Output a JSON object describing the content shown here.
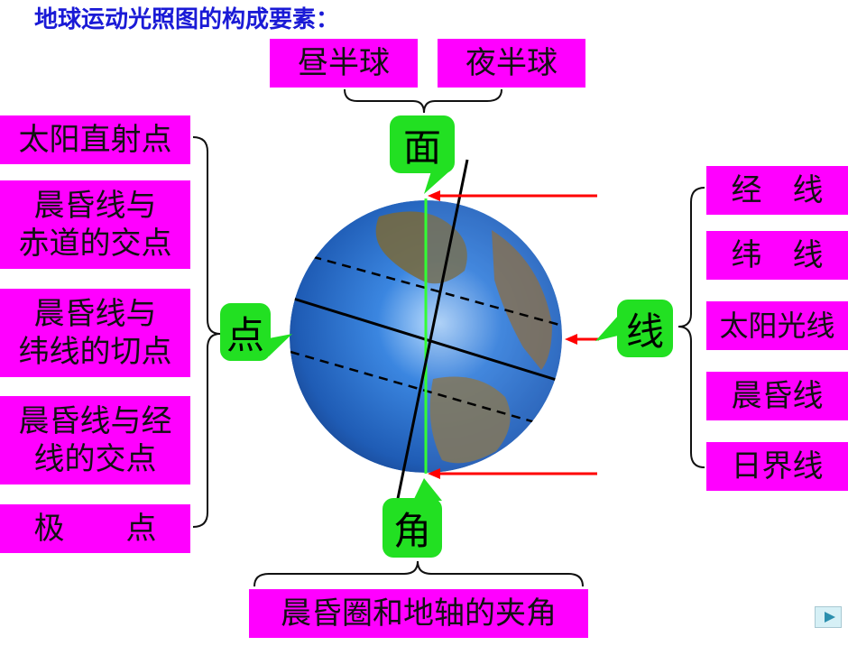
{
  "title": "地球运动光照图的构成要素：",
  "top_labels": {
    "day_hemisphere": "昼半球",
    "night_hemisphere": "夜半球"
  },
  "callouts": {
    "surface": "面",
    "point": "点",
    "line": "线",
    "angle": "角"
  },
  "points": [
    "太阳直射点",
    "晨昏线与\n赤道的交点",
    "晨昏线与\n纬线的切点",
    "晨昏线与经\n线的交点",
    "极　　点"
  ],
  "lines": [
    "经　线",
    "纬　线",
    "太阳光线",
    "晨昏线",
    "日界线"
  ],
  "angle_label": "晨昏圈和地轴的夹角",
  "colors": {
    "label_bg": "#ff00ff",
    "callout_bg": "#22e022",
    "title": "#1a1ad6",
    "sun_ray": "#ff0000",
    "terminator": "#33ff33"
  }
}
